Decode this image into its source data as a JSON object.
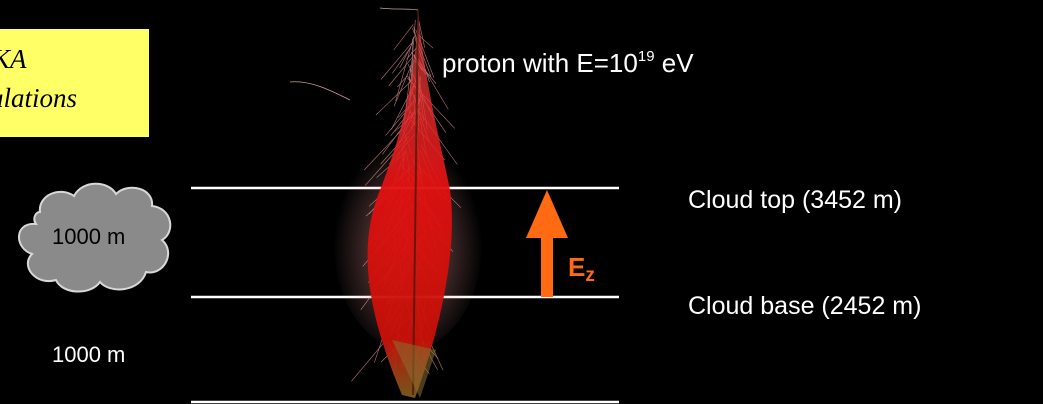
{
  "note": {
    "line1": "KA",
    "line2": "ulations"
  },
  "title": {
    "prefix": "proton with E=10",
    "exponent": "19",
    "suffix": " eV"
  },
  "layers": {
    "cloud_top": "Cloud top (3452 m)",
    "cloud_base": "Cloud base (2452 m)",
    "cloud_thickness": "1000 m",
    "lower_thickness": "1000 m"
  },
  "field": {
    "symbol": "E",
    "subscript": "z"
  },
  "colors": {
    "background": "#000000",
    "note_box": "#ffff66",
    "cloud_fill": "#8a8a8a",
    "arrow": "#ff6a13",
    "shower_core": "#e01010",
    "shower_tracks": "#f0a0a0",
    "lines": "#ffffff"
  },
  "icons": {
    "cloud": "cloud-icon",
    "arrow": "up-arrow-icon"
  }
}
